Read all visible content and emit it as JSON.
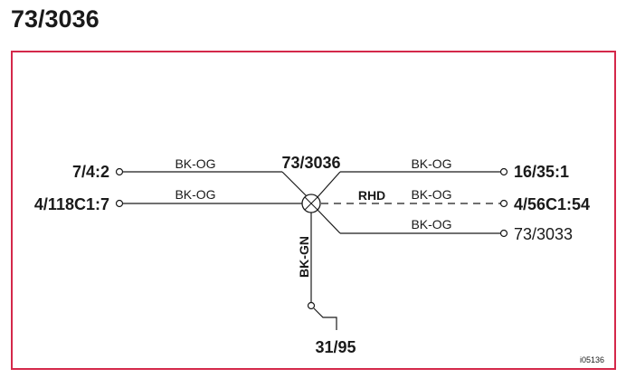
{
  "title": "73/3036",
  "node_label": "73/3036",
  "colors": {
    "frame": "#d4284a",
    "line": "#1a1a1a"
  },
  "terminals": {
    "left_top": "7/4:2",
    "left_bottom": "4/118C1:7",
    "right_top": "16/35:1",
    "right_mid": "4/56C1:54",
    "right_bottom": "73/3033",
    "ground": "31/95"
  },
  "wires": {
    "left_top": "BK-OG",
    "left_bottom": "BK-OG",
    "right_top": "BK-OG",
    "right_mid": "BK-OG",
    "right_bottom": "BK-OG",
    "ground": "BK-GN"
  },
  "variant_label": "RHD",
  "figure_code": "i05136"
}
